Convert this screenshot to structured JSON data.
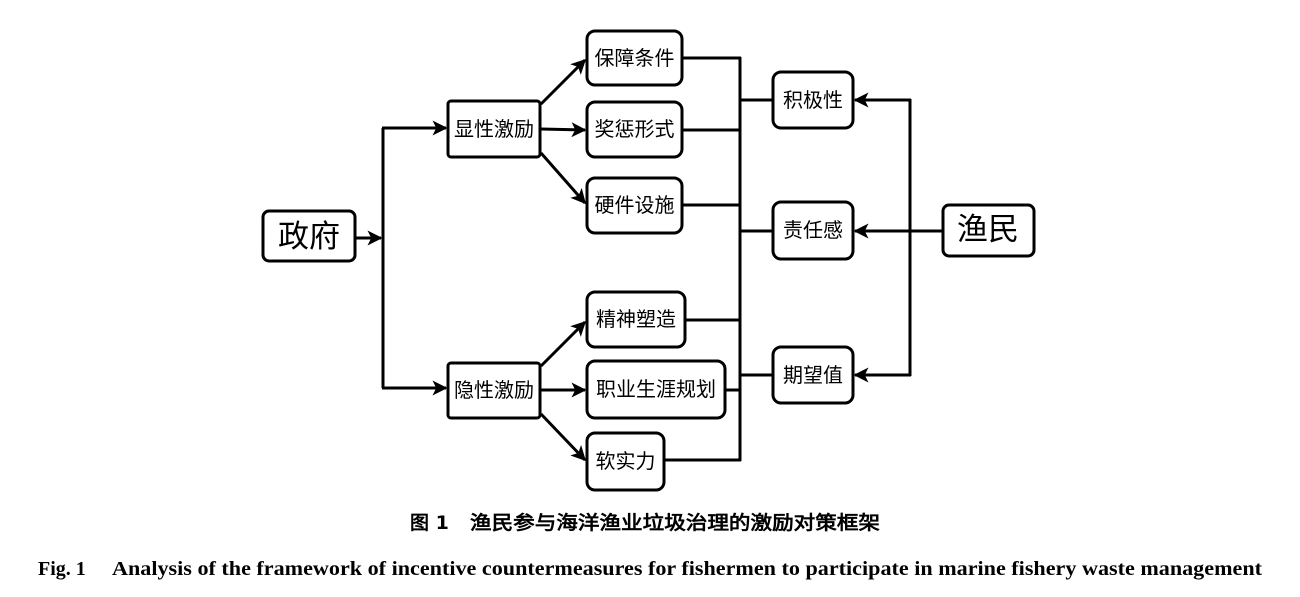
{
  "diagram": {
    "nodes": {
      "government": "政府",
      "explicit_incentive": "显性激励",
      "implicit_incentive": "隐性激励",
      "guarantee_conditions": "保障条件",
      "reward_punishment_form": "奖惩形式",
      "hardware_facilities": "硬件设施",
      "spirit_shaping": "精神塑造",
      "career_planning": "职业生涯规划",
      "soft_power": "软实力",
      "enthusiasm": "积极性",
      "sense_of_responsibility": "责任感",
      "expectation": "期望值",
      "fishermen": "渔民"
    }
  },
  "caption": {
    "zh_label": "图 1",
    "zh_title": "渔民参与海洋渔业垃圾治理的激励对策框架",
    "en_label": "Fig. 1",
    "en_title": "Analysis of the framework of incentive countermeasures for fishermen to participate in marine fishery waste management"
  }
}
